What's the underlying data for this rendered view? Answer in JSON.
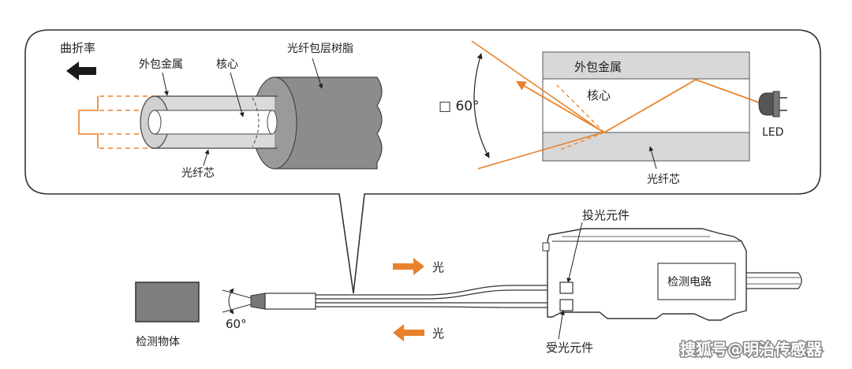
{
  "labels": {
    "bend_rate": "曲折率",
    "cladding_top": "外包金属",
    "core_top": "核心",
    "resin_top": "光纤包层树脂",
    "fiber_core_bottom": "光纤芯",
    "angle_top": "□ 60°",
    "cladding_right": "外包金属",
    "core_right": "核心",
    "led": "LED",
    "fiber_core_right": "光纤芯",
    "emitter": "投光元件",
    "light_out": "光",
    "circuit": "检测电路",
    "light_in": "光",
    "object": "检测物体",
    "angle_bottom": "60°",
    "receiver": "受光元件"
  },
  "watermark": "搜狐号@明治传感器",
  "colors": {
    "orange": "#E8822A",
    "cladding": "#D8D8D8",
    "resin": "#8C8C8C",
    "object": "#7E7E7E",
    "outline": "#333333"
  }
}
